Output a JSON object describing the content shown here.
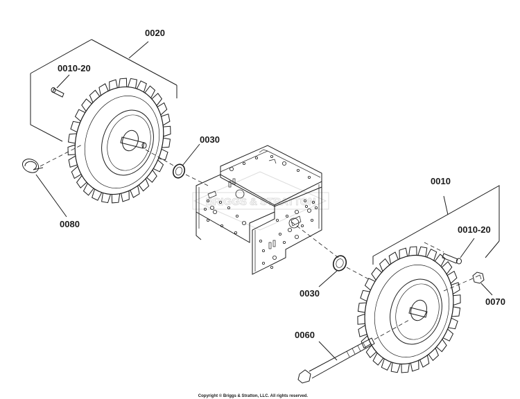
{
  "callouts": {
    "wheel_left": "0020",
    "valve_left": "0010-20",
    "washer_upper": "0030",
    "pin": "0080",
    "wheel_right": "0010",
    "valve_right": "0010-20",
    "washer_lower": "0030",
    "nut": "0070",
    "bolt": "0060"
  },
  "watermark": "BRIGGS & STRATTON",
  "copyright": "Copyright © Briggs & Stratton, LLC. All rights reserved."
}
